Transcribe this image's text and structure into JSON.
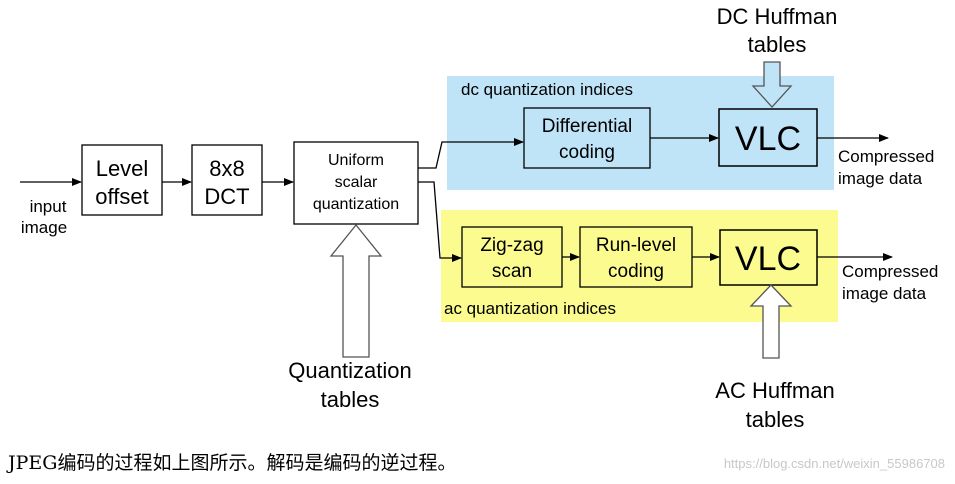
{
  "input": [
    "input",
    "image"
  ],
  "blocks": {
    "level_offset": [
      "Level",
      "offset"
    ],
    "dct": [
      "8x8",
      "DCT"
    ],
    "quantizer": [
      "Uniform",
      "scalar",
      "quantization"
    ],
    "differential": [
      "Differential",
      "coding"
    ],
    "vlc_dc": "VLC",
    "zigzag": [
      "Zig-zag",
      "scan"
    ],
    "runlevel": [
      "Run-level",
      "coding"
    ],
    "vlc_ac": "VLC"
  },
  "regions": {
    "dc_label": "dc quantization indices",
    "ac_label": "ac quantization indices",
    "dc_color": "#bfe3f7",
    "ac_color": "#fbfb8f"
  },
  "side_inputs": {
    "quant_tables": [
      "Quantization",
      "tables"
    ],
    "dc_huffman": [
      "DC Huffman",
      "tables"
    ],
    "ac_huffman": [
      "AC Huffman",
      "tables"
    ]
  },
  "outputs": {
    "dc": [
      "Compressed",
      "image data"
    ],
    "ac": [
      "Compressed",
      "image data"
    ]
  },
  "caption": "JPEG编码的过程如上图所示。解码是编码的逆过程。",
  "watermark": "https://blog.csdn.net/weixin_55986708"
}
